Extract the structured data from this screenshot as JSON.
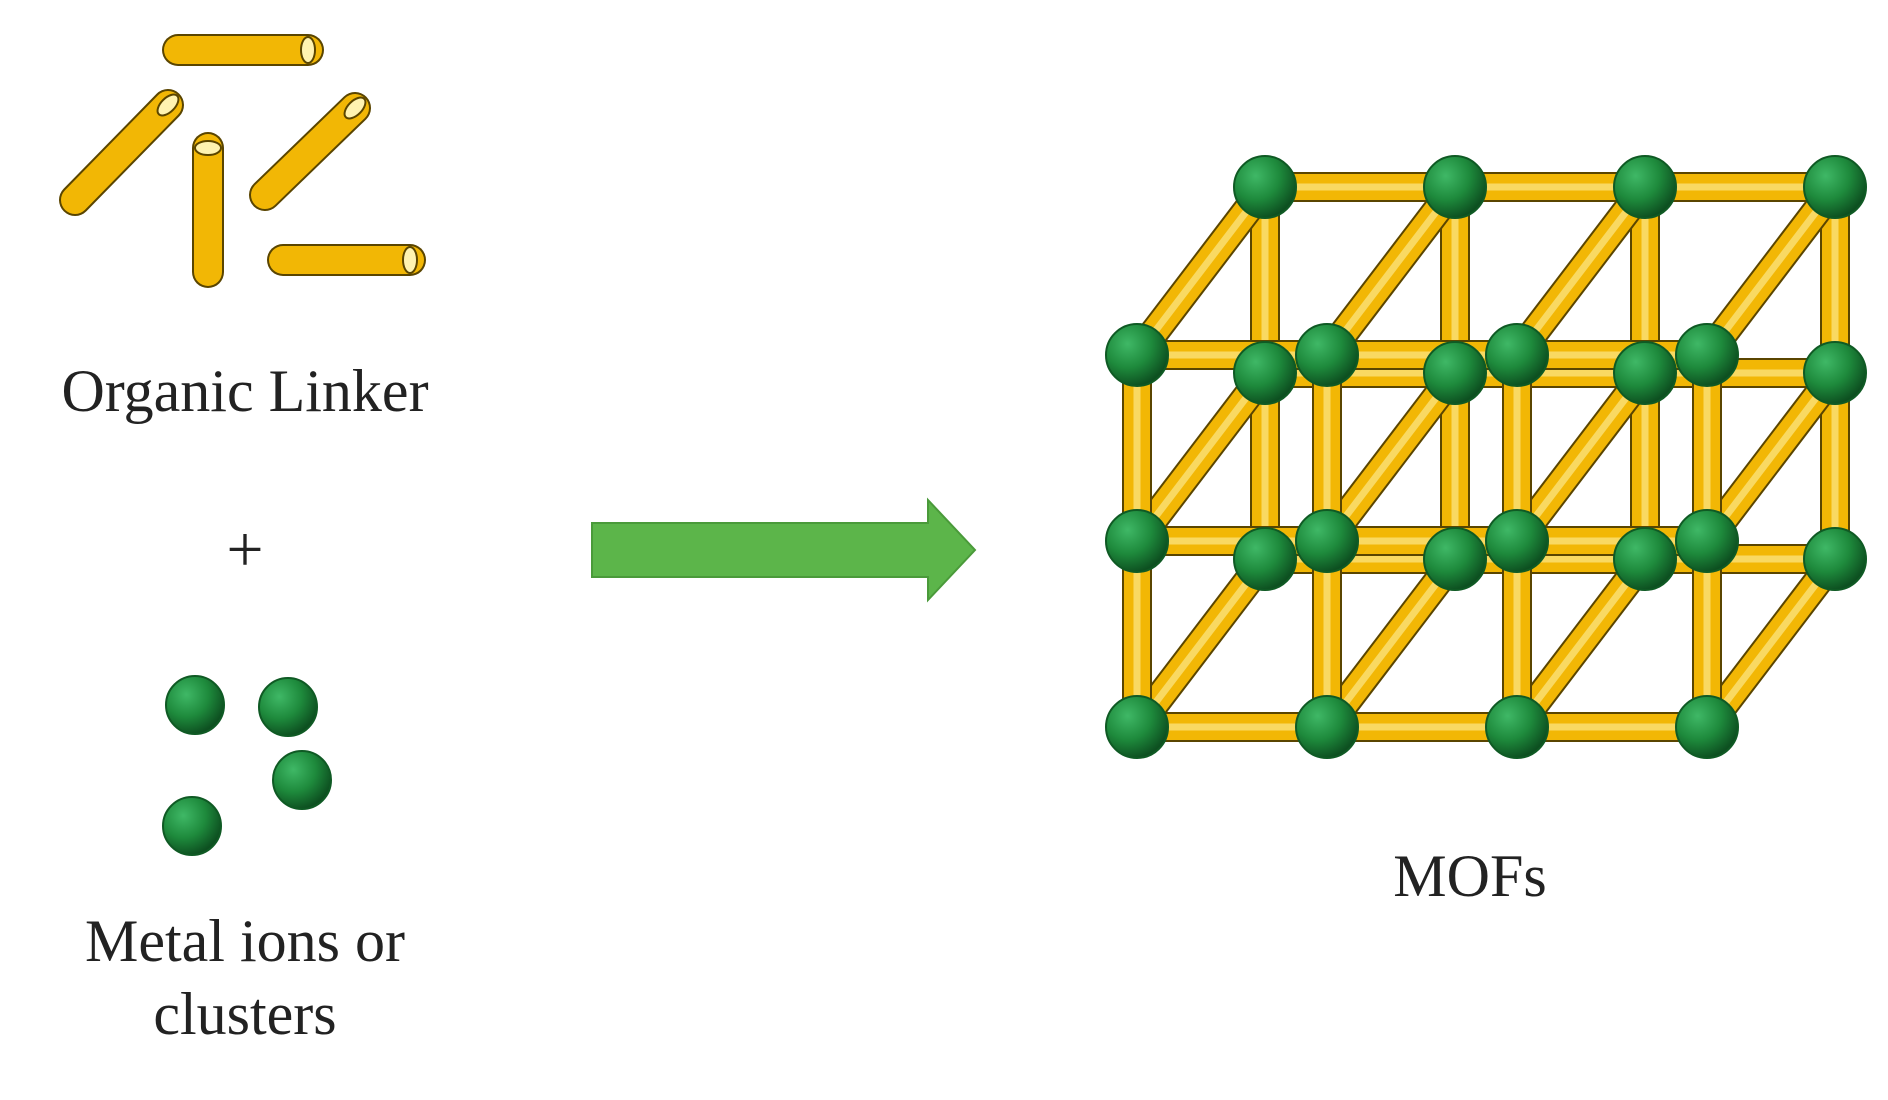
{
  "diagram": {
    "labels": {
      "organic_linker": "Organic Linker",
      "plus": "+",
      "metal_ions": "Metal ions or clusters",
      "mofs": "MOFs"
    },
    "colors": {
      "linker": "#f2b705",
      "linker_stroke": "#5a4500",
      "metal_node": "#1e8a3c",
      "metal_node_dark": "#0f5a24",
      "arrow": "#5cb54a"
    },
    "icons": {
      "linker": "rod-icon",
      "metal": "sphere-icon",
      "arrow": "right-arrow-icon",
      "framework": "lattice-icon"
    }
  }
}
